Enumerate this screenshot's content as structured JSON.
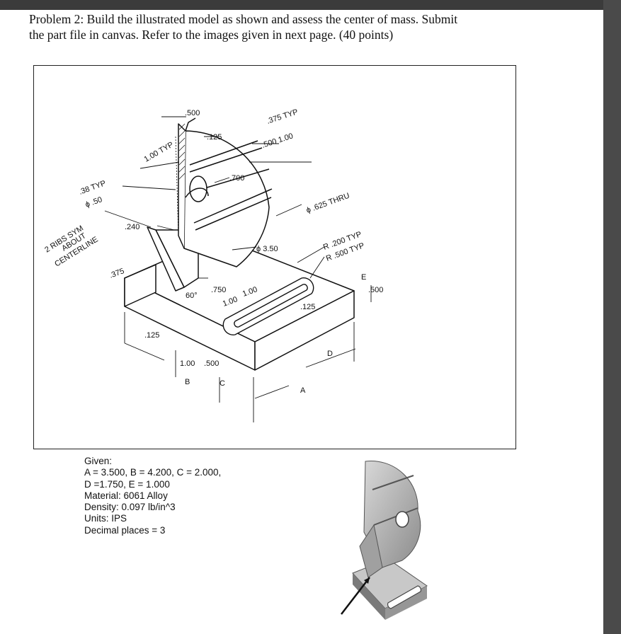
{
  "problem": {
    "line1": "Problem 2: Build the illustrated model as shown and assess the center of mass. Submit",
    "line2": "the part file in canvas. Refer to the images given in next page. (40 points)"
  },
  "drawing": {
    "dims": {
      "d500_top": ".500",
      "d125_top": ".125",
      "d375typ": ".375 TYP",
      "d500_100": ".500 1.00",
      "d100typ": "1.00 TYP",
      "d38typ": ".38 TYP",
      "phi50": "ϕ .50",
      "d700": ".700",
      "d625": "ϕ .625 THRU",
      "ribs1": "2 RIBS SYM",
      "ribs2": "ABOUT",
      "ribs3": "CENTERLINE",
      "d240": ".240",
      "d350": "ϕ 3.50",
      "r200": "R .200 TYP",
      "r500": "R .500 TYP",
      "d375": ".375",
      "d60": "60°",
      "d750": ".750",
      "d100a": "1.00",
      "d100b": "1.00",
      "E": "E",
      "d500e": ".500",
      "d125s": ".125",
      "d125b": ".125",
      "d100c": "1.00",
      "d500c": ".500",
      "B": "B",
      "C": "C",
      "D": "D",
      "A": "A"
    }
  },
  "given": {
    "heading": "Given:",
    "line1": "A = 3.500, B = 4.200, C = 2.000,",
    "line2": "D =1.750, E = 1.000",
    "line3": "Material: 6061 Alloy",
    "line4": "Density: 0.097 lb/in^3",
    "line5": "Units: IPS",
    "line6": "Decimal places = 3"
  },
  "colors": {
    "page": "#ffffff",
    "topbar": "#3b3b3b",
    "scrollbar": "#4a4a4a",
    "ink": "#111111",
    "render_gray": "#a8a8a8"
  }
}
